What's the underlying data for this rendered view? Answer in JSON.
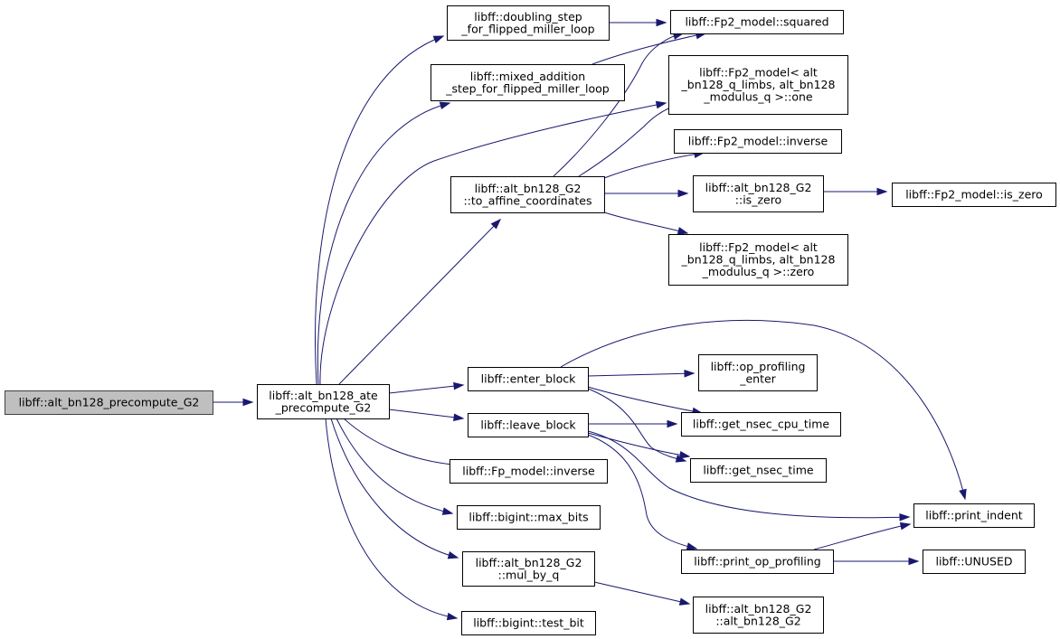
{
  "graph": {
    "kind": "doxygen call graph",
    "colors": {
      "edge": "#191970",
      "root_fill": "#bfbfbf",
      "node_fill": "#ffffff",
      "border": "#000000"
    },
    "nodes": [
      {
        "id": "precompute_G2",
        "lines": [
          "libff::alt_bn128_precompute_G2"
        ],
        "root": true
      },
      {
        "id": "ate_precompute_G2",
        "lines": [
          "libff::alt_bn128_ate",
          "_precompute_G2"
        ]
      },
      {
        "id": "doubling_step",
        "lines": [
          "libff::doubling_step",
          "_for_flipped_miller_loop"
        ]
      },
      {
        "id": "mixed_addition",
        "lines": [
          "libff::mixed_addition",
          "_step_for_flipped_miller_loop"
        ]
      },
      {
        "id": "to_affine",
        "lines": [
          "libff::alt_bn128_G2",
          "::to_affine_coordinates"
        ]
      },
      {
        "id": "enter_block",
        "lines": [
          "libff::enter_block"
        ]
      },
      {
        "id": "leave_block",
        "lines": [
          "libff::leave_block"
        ]
      },
      {
        "id": "fp_inverse",
        "lines": [
          "libff::Fp_model::inverse"
        ]
      },
      {
        "id": "max_bits",
        "lines": [
          "libff::bigint::max_bits"
        ]
      },
      {
        "id": "mul_by_q",
        "lines": [
          "libff::alt_bn128_G2",
          "::mul_by_q"
        ]
      },
      {
        "id": "test_bit",
        "lines": [
          "libff::bigint::test_bit"
        ]
      },
      {
        "id": "fp2_squared",
        "lines": [
          "libff::Fp2_model::squared"
        ]
      },
      {
        "id": "fp2_one",
        "lines": [
          "libff::Fp2_model< alt",
          "_bn128_q_limbs, alt_bn128",
          "_modulus_q >::one"
        ]
      },
      {
        "id": "fp2_inverse",
        "lines": [
          "libff::Fp2_model::inverse"
        ]
      },
      {
        "id": "g2_is_zero",
        "lines": [
          "libff::alt_bn128_G2",
          "::is_zero"
        ]
      },
      {
        "id": "fp2_zero",
        "lines": [
          "libff::Fp2_model< alt",
          "_bn128_q_limbs, alt_bn128",
          "_modulus_q >::zero"
        ]
      },
      {
        "id": "op_profiling_enter",
        "lines": [
          "libff::op_profiling",
          "_enter"
        ]
      },
      {
        "id": "get_nsec_cpu_time",
        "lines": [
          "libff::get_nsec_cpu_time"
        ]
      },
      {
        "id": "get_nsec_time",
        "lines": [
          "libff::get_nsec_time"
        ]
      },
      {
        "id": "print_op_profiling",
        "lines": [
          "libff::print_op_profiling"
        ]
      },
      {
        "id": "g2_ctor",
        "lines": [
          "libff::alt_bn128_G2",
          "::alt_bn128_G2"
        ]
      },
      {
        "id": "fp2_is_zero",
        "lines": [
          "libff::Fp2_model::is_zero"
        ]
      },
      {
        "id": "print_indent",
        "lines": [
          "libff::print_indent"
        ]
      },
      {
        "id": "unused",
        "lines": [
          "libff::UNUSED"
        ]
      }
    ],
    "edges": [
      [
        "precompute_G2",
        "ate_precompute_G2"
      ],
      [
        "ate_precompute_G2",
        "doubling_step"
      ],
      [
        "ate_precompute_G2",
        "mixed_addition"
      ],
      [
        "ate_precompute_G2",
        "fp2_one"
      ],
      [
        "ate_precompute_G2",
        "to_affine"
      ],
      [
        "ate_precompute_G2",
        "enter_block"
      ],
      [
        "ate_precompute_G2",
        "leave_block"
      ],
      [
        "ate_precompute_G2",
        "fp_inverse"
      ],
      [
        "ate_precompute_G2",
        "max_bits"
      ],
      [
        "ate_precompute_G2",
        "mul_by_q"
      ],
      [
        "ate_precompute_G2",
        "test_bit"
      ],
      [
        "doubling_step",
        "fp2_squared"
      ],
      [
        "mixed_addition",
        "fp2_squared"
      ],
      [
        "to_affine",
        "fp2_squared"
      ],
      [
        "to_affine",
        "fp2_one"
      ],
      [
        "to_affine",
        "fp2_inverse"
      ],
      [
        "to_affine",
        "g2_is_zero"
      ],
      [
        "to_affine",
        "fp2_zero"
      ],
      [
        "g2_is_zero",
        "fp2_is_zero"
      ],
      [
        "enter_block",
        "op_profiling_enter"
      ],
      [
        "enter_block",
        "get_nsec_cpu_time"
      ],
      [
        "enter_block",
        "get_nsec_time"
      ],
      [
        "enter_block",
        "print_indent"
      ],
      [
        "leave_block",
        "get_nsec_cpu_time"
      ],
      [
        "leave_block",
        "get_nsec_time"
      ],
      [
        "leave_block",
        "print_indent"
      ],
      [
        "leave_block",
        "print_op_profiling"
      ],
      [
        "print_op_profiling",
        "print_indent"
      ],
      [
        "print_op_profiling",
        "unused"
      ],
      [
        "mul_by_q",
        "g2_ctor"
      ]
    ]
  }
}
